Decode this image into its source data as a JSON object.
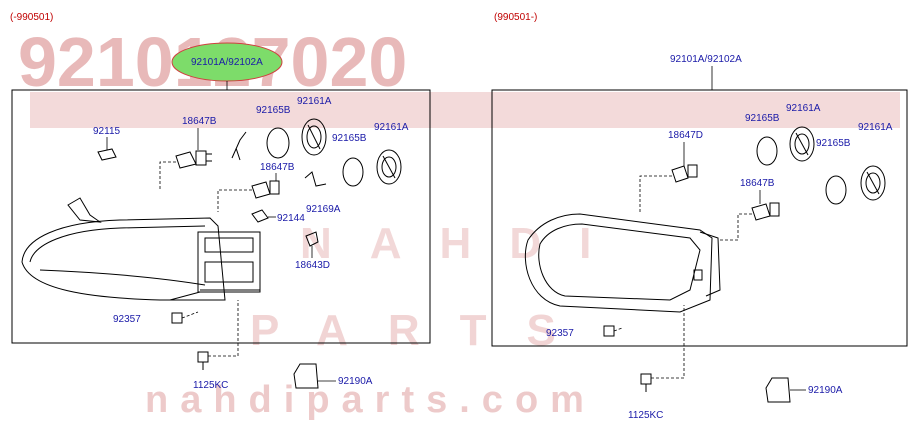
{
  "watermark": {
    "part_number": "9210127020",
    "brand_line1": "NAHDI",
    "brand_line2": "PARTS",
    "site": "nahdiparts.com",
    "color": "#e8b9b9"
  },
  "left": {
    "date_range": "(-990501)",
    "assembly_label": "92101A/92102A",
    "labels": {
      "l92115": "92115",
      "l18647B": "18647B",
      "l92165B_a": "92165B",
      "l92161A_a": "92161A",
      "l92165B_b": "92165B",
      "l92161A_b": "92161A",
      "l18647B_b": "18647B",
      "l92169A": "92169A",
      "l92144": "92144",
      "l18643D": "18643D",
      "l92357": "92357",
      "l1125KC": "1125KC",
      "l92190A": "92190A"
    }
  },
  "right": {
    "date_range": "(990501-)",
    "assembly_label": "92101A/92102A",
    "labels": {
      "l18647D": "18647D",
      "l92165B_a": "92165B",
      "l92161A_a": "92161A",
      "l92165B_b": "92165B",
      "l92161A_b": "92161A",
      "l18647B": "18647B",
      "l92357": "92357",
      "l1125KC": "1125KC",
      "l92190A": "92190A"
    }
  },
  "highlight_color": "#7ddc6a"
}
